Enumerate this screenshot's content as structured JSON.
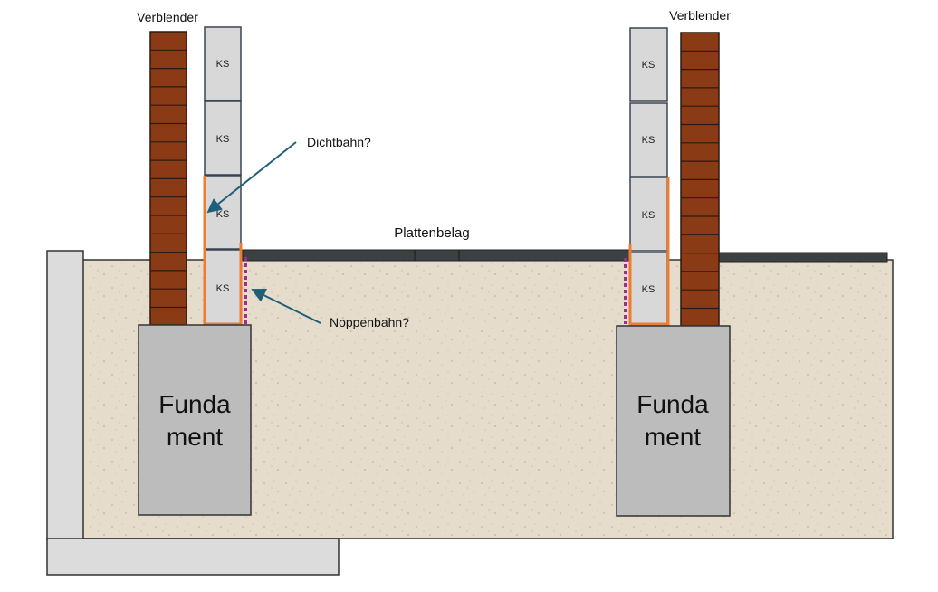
{
  "labels": {
    "verblender_left": "Verblender",
    "verblender_right": "Verblender",
    "dichtbahn": "Dichtbahn?",
    "noppenbahn": "Noppenbahn?",
    "plattenbelag": "Plattenbelag",
    "fundament_left_line1": "Funda",
    "fundament_left_line2": "ment",
    "fundament_right_line1": "Funda",
    "fundament_right_line2": "ment"
  },
  "ks_blocks": {
    "left": [
      "KS",
      "KS",
      "KS",
      "KS"
    ],
    "right": [
      "KS",
      "KS",
      "KS",
      "KS"
    ]
  },
  "colors": {
    "brick": "#8a3a14",
    "brick_mortar": "#2b1a10",
    "ks_block": "#d8d8d8",
    "ks_border": "#3a4550",
    "fundament": "#bcbcbc",
    "soil": "#e5dccb",
    "slab": "#3b4142",
    "concrete": "#dcdcdc",
    "dichtbahn": "#f07c32",
    "noppenbahn": "#9b2f8f",
    "arrow": "#1f5f7a"
  }
}
